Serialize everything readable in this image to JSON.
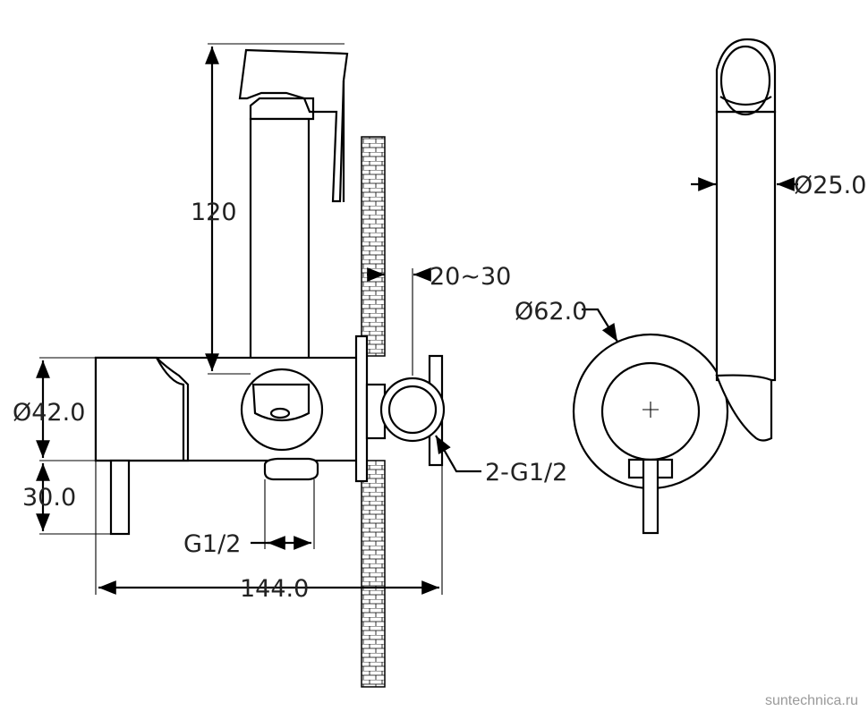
{
  "drawing": {
    "dimensions": {
      "height_120": "120",
      "diameter_42": "Ø42.0",
      "depth_30": "30.0",
      "wall_20_30": "20~30",
      "thread_2g12": "2-G1/2",
      "thread_g12": "G1/2",
      "length_144": "144.0",
      "diameter_62": "Ø62.0",
      "diameter_25": "Ø25.0"
    },
    "watermark": "suntechnica.ru"
  }
}
